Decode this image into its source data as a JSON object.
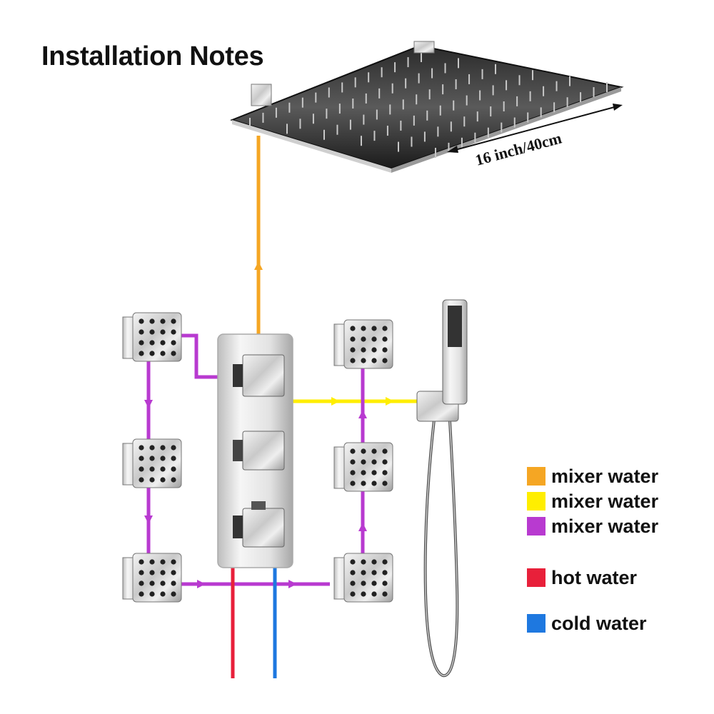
{
  "title": "Installation Notes",
  "dimension_label": "16 inch/40cm",
  "colors": {
    "orange": "#f5a623",
    "yellow": "#ffee00",
    "purple": "#b83ad0",
    "red": "#e8203a",
    "blue": "#1e78e0"
  },
  "legend": [
    {
      "label": "mixer water",
      "color": "#f5a623"
    },
    {
      "label": "mixer water",
      "color": "#ffee00"
    },
    {
      "label": "mixer water",
      "color": "#b83ad0"
    },
    {
      "label": "hot water",
      "color": "#e8203a"
    },
    {
      "label": "cold water",
      "color": "#1e78e0"
    }
  ],
  "components": {
    "rain_shower": "rain-shower-head",
    "valve": "thermostatic-valve",
    "handheld": "handheld-shower",
    "body_jets": "body-jet"
  }
}
